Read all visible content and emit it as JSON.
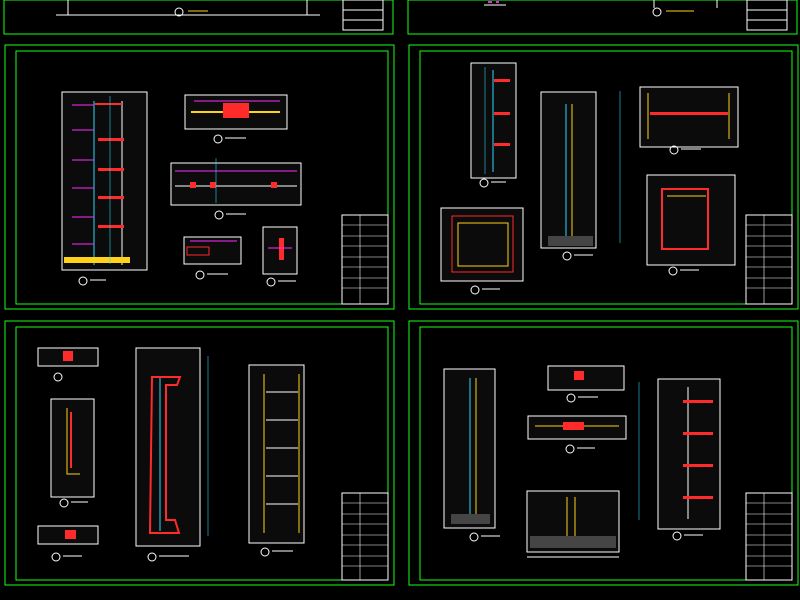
{
  "title": "",
  "colors": {
    "background": "#000000",
    "frame": "#16ff16",
    "wall": "#ffffff",
    "cut": "#ff2a2a",
    "finish": "#ffd21a",
    "dimension": "#ff2bff",
    "grid": "#2bd9ff",
    "hatch": "#9c9c9c",
    "text": "#ffffff"
  },
  "sheets": [
    {
      "id": "top-left-partial",
      "titles": []
    },
    {
      "id": "top-right-partial",
      "titles": []
    },
    {
      "id": "sheet-2",
      "titles": []
    },
    {
      "id": "sheet-3",
      "titles": []
    },
    {
      "id": "sheet-4",
      "titles": []
    },
    {
      "id": "sheet-5",
      "titles": []
    }
  ],
  "scale_note": ""
}
